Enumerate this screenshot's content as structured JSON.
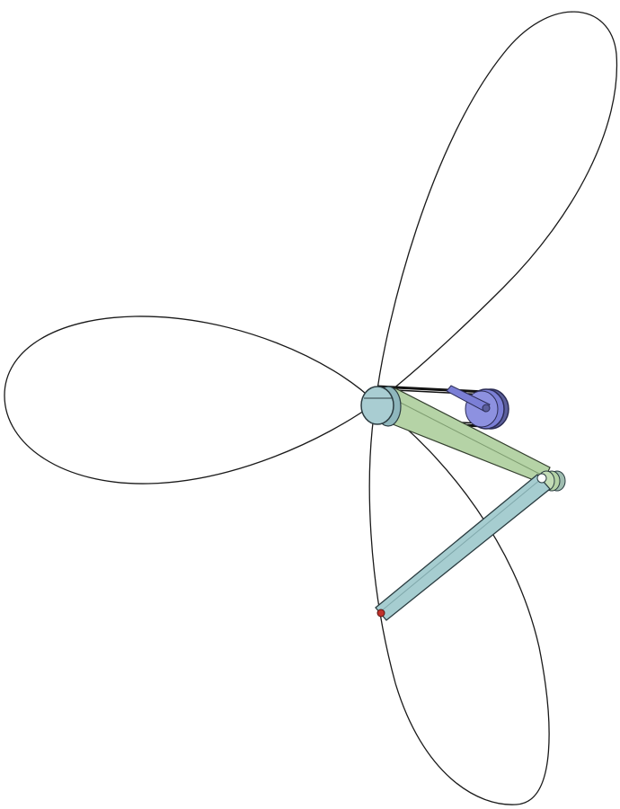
{
  "figure": {
    "description_visible_text": "",
    "colors": {
      "background": "#ffffff",
      "curve": "#1a1a1a",
      "hub": "#a9cdd2",
      "hub_stroke": "#2b3b40",
      "green_link": "#b5d3a6",
      "green_link_stroke": "#34402f",
      "blue_crank": "#7b7fd6",
      "blue_crank_stroke": "#2b2c55",
      "long_arm": "#a6cdd0",
      "long_arm_stroke": "#2a3c40",
      "pen_tip": "#c0322b",
      "belt": "#111111"
    },
    "parts": {
      "curve": "three-lobed-rose-trace",
      "hub": "central-pulley",
      "crank": "small-pulley-with-crank",
      "link": "green-connecting-link",
      "arm": "long-tracing-arm",
      "tip": "pen-point"
    }
  }
}
